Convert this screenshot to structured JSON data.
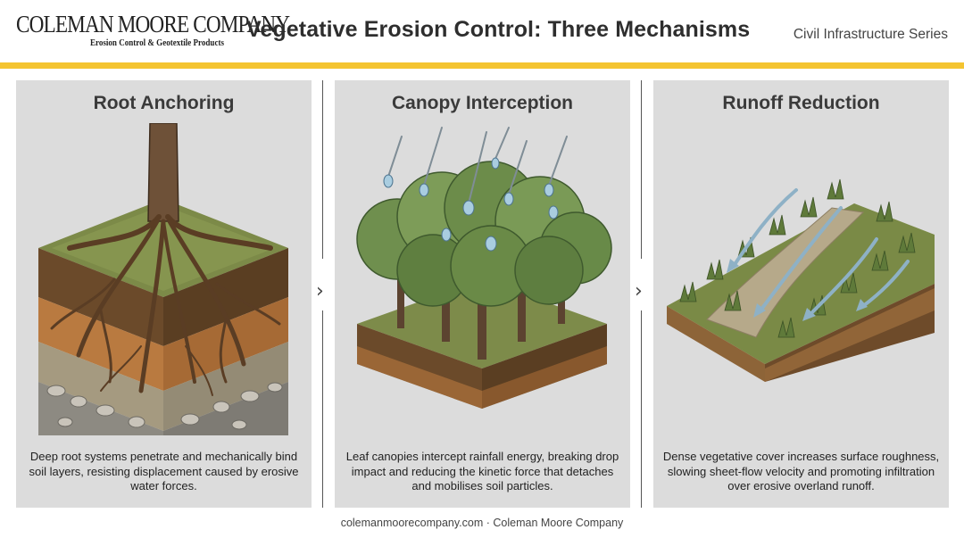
{
  "header": {
    "brand": "COLEMAN MOORE COMPANY",
    "tagline": "Erosion Control & Geotextile Products",
    "title": "Vegetative Erosion Control: Three Mechanisms",
    "series": "Civil Infrastructure Series",
    "accent_color": "#f4c431"
  },
  "panels": [
    {
      "heading": "Root Anchoring",
      "description": "Deep root systems penetrate and mechanically bind soil layers, resisting displacement caused by erosive water forces."
    },
    {
      "heading": "Canopy Interception",
      "description": "Leaf canopies intercept rainfall energy, breaking drop impact and reducing the kinetic force that detaches and mobilises soil particles."
    },
    {
      "heading": "Runoff Reduction",
      "description": "Dense vegetative cover increases surface roughness, slowing sheet-flow velocity and promoting infiltration over erosive overland runoff."
    }
  ],
  "icons": {
    "arrow": "chevron-right-icon"
  },
  "footer": {
    "text": "colemanmoorecompany.com · Coleman Moore Company"
  }
}
